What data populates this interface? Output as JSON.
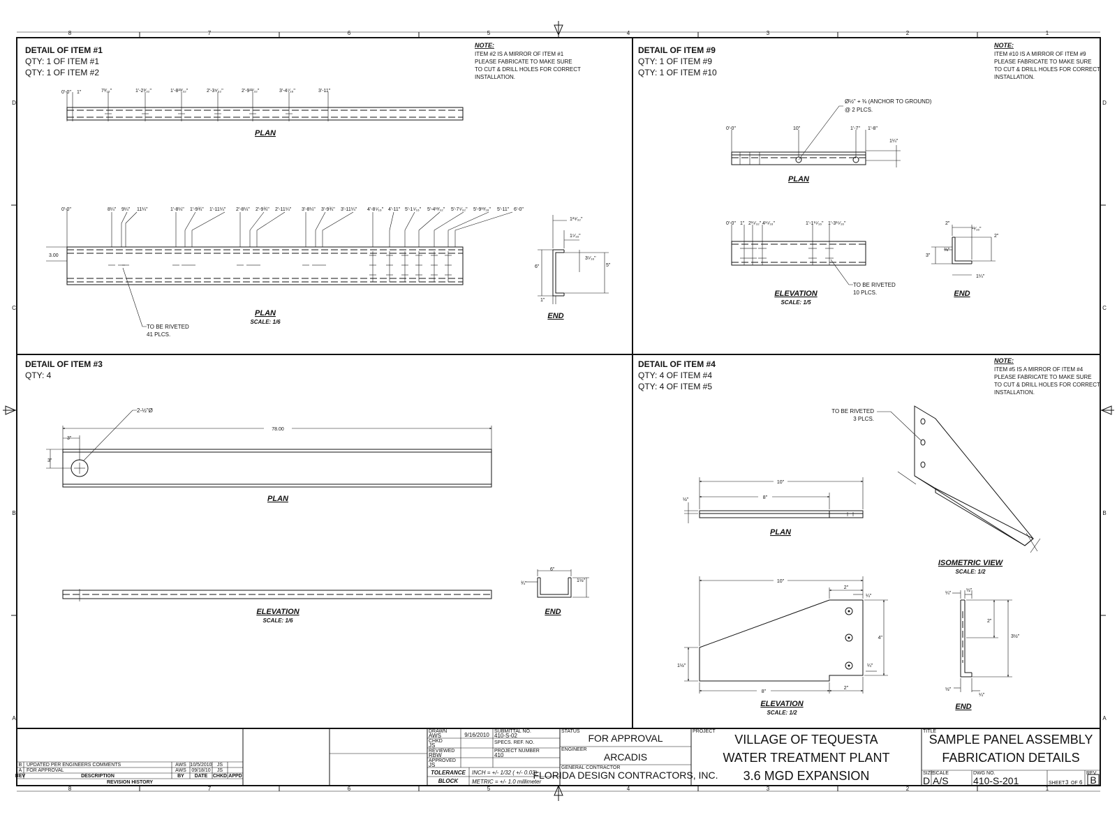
{
  "border": {
    "columns": [
      "8",
      "7",
      "6",
      "5",
      "4",
      "3",
      "2",
      "1"
    ],
    "rows": [
      "D",
      "C",
      "B",
      "A"
    ]
  },
  "item1": {
    "heading": "DETAIL OF ITEM #1",
    "qty": [
      "QTY: 1 OF ITEM #1",
      "QTY: 1 OF ITEM #2"
    ],
    "note_title": "NOTE:",
    "note": [
      "ITEM #2 IS A MIRROR OF ITEM #1",
      "PLEASE FABRICATE TO MAKE SURE",
      "TO CUT & DRILL HOLES FOR CORRECT",
      "INSTALLATION."
    ],
    "plan1_dims": [
      "0'-0\"",
      "1\"",
      "7³⁄₁₆\"",
      "1'-2³⁄₃₂\"",
      "1'-8²³⁄₃₂\"",
      "2'-3⁹⁄₃₂\"",
      "2'-9²²⁄₃₂\"",
      "3'-4⁷⁄₁₆\"",
      "3'-11\""
    ],
    "plan1_label": "PLAN",
    "plan2_dims": [
      "0'-0\"",
      "8¼\"",
      "9¼\"",
      "11¼\"",
      "1'-8¼\"",
      "1'-9¾\"",
      "1'-11¼\"",
      "2'-8¼\"",
      "2'-9¾\"",
      "2'-11¼\"",
      "3'-8¼\"",
      "3'-9¾\"",
      "3'-11¼\"",
      "4'-8⁵⁄₁₆\"",
      "4'-11\"",
      "5'-1⁵⁄₁₆\"",
      "5'-4¹³⁄₃₂\"",
      "5'-7⁵⁄₃₂\"",
      "5'-9¹³⁄₁₆\"",
      "5'-11\"",
      "6'-0\""
    ],
    "plan2_side_dim": "3.00",
    "plan2_callout": [
      "TO BE RIVETED",
      "41 PLCS."
    ],
    "plan2_label": "PLAN",
    "plan2_scale": "SCALE: 1/6",
    "end_dims": [
      "1²⁹⁄₃₂\"",
      "1⁵⁄₁₆\"",
      "3⁵⁄₁₆\"",
      "6\"",
      "5\"",
      "1\""
    ],
    "end_label": "END"
  },
  "item9": {
    "heading": "DETAIL OF ITEM #9",
    "qty": [
      "QTY: 1 OF ITEM #9",
      "QTY: 1 OF ITEM #10"
    ],
    "note_title": "NOTE:",
    "note": [
      "ITEM #10 IS A MIRROR OF ITEM #9",
      "PLEASE FABRICATE TO MAKE SURE",
      "TO CUT & DRILL HOLES FOR CORRECT",
      "INSTALLATION."
    ],
    "anchor_callout": [
      "Ø½\" ⌖ ⅜ (ANCHOR TO GROUND)",
      "@ 2 PLCS."
    ],
    "plan_dims": [
      "0'-0\"",
      "10\"",
      "1'-7\"",
      "1'-8\"",
      "1¼\""
    ],
    "plan_label": "PLAN",
    "elev_dims": [
      "0'-0\"",
      "1\"",
      "2¹⁵⁄₃₂\"",
      "4¹⁵⁄₁₆\"",
      "1'-1¹⁵⁄₁₆\"",
      "1'-3¹⁵⁄₁₆\""
    ],
    "elev_callout": [
      "TO BE RIVETED",
      "10 PLCS."
    ],
    "elev_label": "ELEVATION",
    "elev_scale": "SCALE: 1/5",
    "end_dims": [
      "2\"",
      "¹¹⁄₁₆\"",
      "2\"",
      "⅜\"",
      "3\"",
      "1¼\""
    ],
    "end_label": "END"
  },
  "item3": {
    "heading": "DETAIL OF ITEM #3",
    "qty": [
      "QTY: 4"
    ],
    "hole_callout": "2-½\"Ø",
    "length_dim": "78.00",
    "dims": [
      "3\"",
      "3\""
    ],
    "plan_label": "PLAN",
    "elev_label": "ELEVATION",
    "elev_scale": "SCALE: 1/6",
    "end_dims": [
      "6\"",
      "¾\"",
      "1½\""
    ],
    "end_label": "END"
  },
  "item4": {
    "heading": "DETAIL OF ITEM #4",
    "qty": [
      "QTY: 4 OF ITEM #4",
      "QTY: 4 OF ITEM #5"
    ],
    "note_title": "NOTE:",
    "note": [
      "ITEM #5 IS A MIRROR OF ITEM #4",
      "PLEASE FABRICATE TO MAKE SURE",
      "TO CUT & DRILL HOLES FOR CORRECT",
      "INSTALLATION."
    ],
    "rivet_callout": [
      "TO BE RIVETED",
      "3 PLCS."
    ],
    "plan_dims": [
      "10\"",
      "8\"",
      "½\""
    ],
    "plan_label": "PLAN",
    "iso_label": "ISOMETRIC VIEW",
    "iso_scale": "SCALE: 1/2",
    "elev_dims": [
      "10\"",
      "2\"",
      "¼\"",
      "4\"",
      "1½\"",
      "¼\"",
      "8\"",
      "2\""
    ],
    "elev_label": "ELEVATION",
    "elev_scale": "SCALE: 1/2",
    "end_dims": [
      "¼\"",
      "½\"",
      "2\"",
      "3½\"",
      "½\"",
      "¼\""
    ],
    "end_label": "END"
  },
  "revisions": {
    "rows": [
      {
        "rev": "B",
        "desc": "UPDATED PER ENGINEERS COMMENTS",
        "by": "AWS",
        "date": "10/5/2010",
        "chkd": "JS",
        "appd": ""
      },
      {
        "rev": "A",
        "desc": "FOR APPROVAL",
        "by": "AWS",
        "date": "09/18/10",
        "chkd": "JS",
        "appd": ""
      }
    ],
    "headers": [
      "REV",
      "DESCRIPTION",
      "BY",
      "DATE",
      "CHKD",
      "APPD"
    ],
    "title": "REVISION HISTORY"
  },
  "titleblock": {
    "drawn_label": "DRAWN",
    "drawn": "AWS",
    "date": "9/16/2010",
    "submittal_label": "SUBMITTAL NO.",
    "submittal": "410-S-02",
    "chkd_label": "CHKD",
    "chkd": "JS",
    "spec_label": "SPECS. REF. NO.",
    "reviewed_label": "REVIEWED",
    "reviewed": "RBW",
    "project_number_label": "PROJECT NUMBER",
    "project_number": "410",
    "approved_label": "APPROVED",
    "approved": "JS",
    "tolerance_label": [
      "TOLERANCE",
      "BLOCK"
    ],
    "tolerance_inch": "INCH = +/- 1/32 ( +/- 0.03)",
    "tolerance_metric": "METRIC = +/- 1.0 millimeter",
    "status_label": "STATUS",
    "status": "FOR APPROVAL",
    "engineer_label": "ENGINEER",
    "engineer": "ARCADIS",
    "contractor_label": "GENERAL CONTRACTOR",
    "contractor": "FLORIDA DESIGN CONTRACTORS, INC.",
    "project_label": "PROJECT",
    "project": [
      "VILLAGE OF TEQUESTA",
      "WATER TREATMENT PLANT",
      "3.6 MGD EXPANSION"
    ],
    "title_label": "TITLE",
    "title": [
      "SAMPLE PANEL ASSEMBLY",
      "FABRICATION DETAILS"
    ],
    "size_label": "SIZE",
    "size": "D",
    "scale_label": "SCALE",
    "scale": "A/S",
    "dwg_label": "DWG NO.",
    "dwg": "410-S-201",
    "sheet_label": "SHEET",
    "sheet": "3",
    "sheet_of": "OF",
    "sheet_total": "6",
    "rev_label": "REV",
    "rev": "B"
  }
}
